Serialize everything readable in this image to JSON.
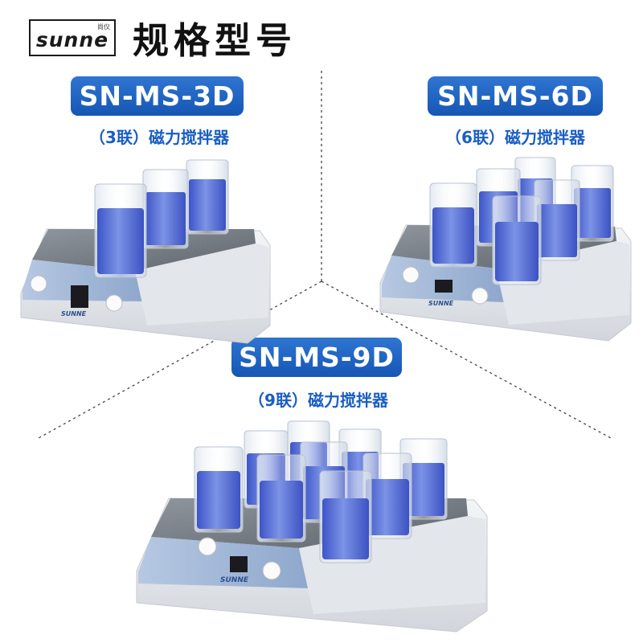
{
  "header": {
    "logo_text": "sunne",
    "logo_sub": "尚仪",
    "title": "规格型号"
  },
  "models": [
    {
      "id": "3d",
      "name": "SN-MS-3D",
      "sub": "（3联）磁力搅拌器",
      "beakers": 3
    },
    {
      "id": "6d",
      "name": "SN-MS-6D",
      "sub": "（6联）磁力搅拌器",
      "beakers": 6
    },
    {
      "id": "9d",
      "name": "SN-MS-9D",
      "sub": "（9联）磁力搅拌器",
      "beakers": 9
    }
  ],
  "device_brand": "SUNNE",
  "colors": {
    "badge_blue": "#1f63c4",
    "subtitle_blue": "#1a5ec2",
    "liquid_blue": "#4f68d6",
    "panel_blue": "#a9bfdc"
  }
}
